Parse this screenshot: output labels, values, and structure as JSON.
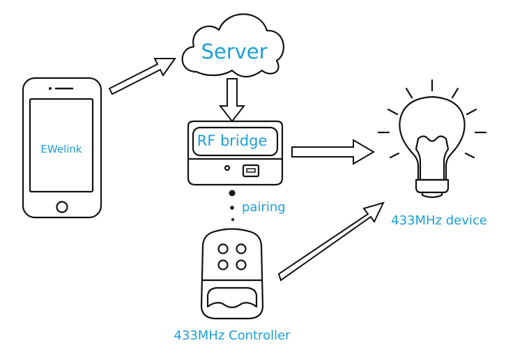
{
  "nodes": {
    "server": {
      "label": "Server"
    },
    "phone": {
      "label": "EWelink"
    },
    "bridge": {
      "label": "RF bridge"
    },
    "pairing": {
      "label": "pairing"
    },
    "bulb": {
      "label": "433MHz device"
    },
    "remote": {
      "label": "433MHz Controller"
    }
  },
  "colors": {
    "label": "#1a9fd9",
    "stroke": "#111111",
    "background": "#ffffff"
  }
}
